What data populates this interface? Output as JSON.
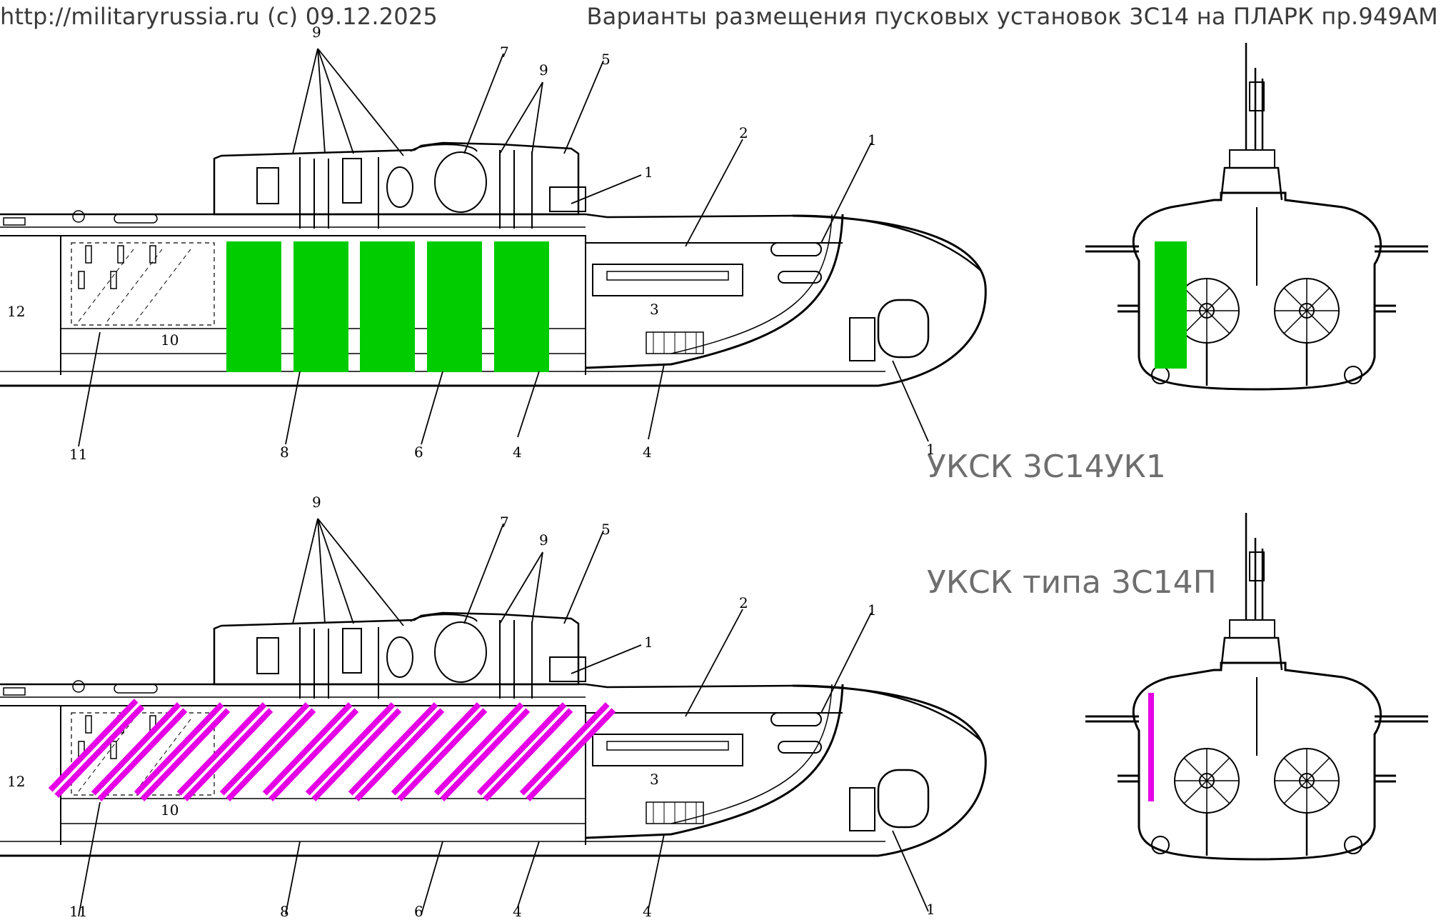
{
  "header": {
    "source": "http://militaryrussia.ru (c) 09.12.2025",
    "title": "Варианты размещения пусковых установок 3С14 на ПЛАРК пр.949АМ"
  },
  "variants": [
    {
      "caption": "УКСК 3С14УК1",
      "color": "#00cc00"
    },
    {
      "caption": "УКСК типа 3С14П",
      "color": "#e600e6"
    }
  ],
  "callouts": [
    "9",
    "7",
    "9",
    "5",
    "1",
    "2",
    "1",
    "3",
    "12",
    "10",
    "11",
    "8",
    "6",
    "4",
    "4",
    "1"
  ]
}
